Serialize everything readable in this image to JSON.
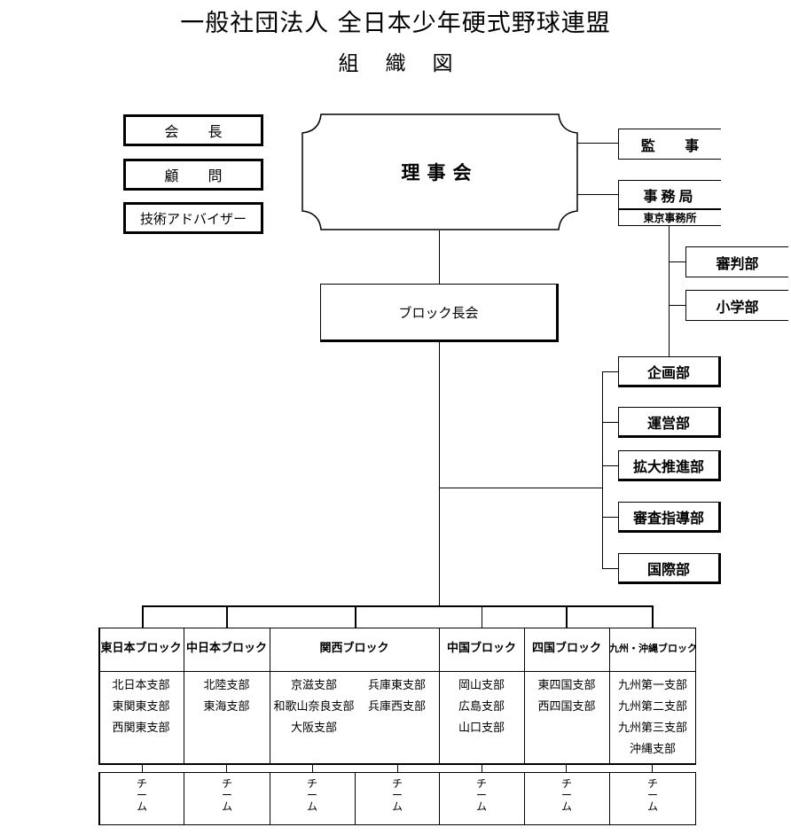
{
  "title": "一般社団法人 全日本少年硬式野球連盟",
  "subtitle": "組織図",
  "left_roles": [
    "会 長",
    "顧 問",
    "技術アドバイザー"
  ],
  "board": "理事会",
  "block_council": "ブロック長会",
  "auditor": "監 事",
  "secretariat": "事務局",
  "tokyo_office": "東京事務所",
  "dept_a": [
    "審判部",
    "小学部"
  ],
  "dept_b": [
    "企画部",
    "運営部",
    "拡大推進部",
    "審査指導部",
    "国際部"
  ],
  "blocks": [
    {
      "name": "東日本ブロック",
      "branches": [
        "北日本支部",
        "東関東支部",
        "西関東支部"
      ]
    },
    {
      "name": "中日本ブロック",
      "branches": [
        "北陸支部",
        "東海支部"
      ]
    },
    {
      "name": "関西ブロック",
      "branches": [
        "京滋支部",
        "兵庫東支部",
        "和歌山奈良支部",
        "兵庫西支部",
        "大阪支部"
      ]
    },
    {
      "name": "中国ブロック",
      "branches": [
        "岡山支部",
        "広島支部",
        "山口支部"
      ]
    },
    {
      "name": "四国ブロック",
      "branches": [
        "東四国支部",
        "西四国支部"
      ]
    },
    {
      "name": "九州・沖縄ブロック",
      "branches": [
        "九州第一支部",
        "九州第二支部",
        "九州第三支部",
        "沖縄支部"
      ]
    }
  ],
  "team_label": [
    "チ",
    "ー",
    "ム"
  ]
}
